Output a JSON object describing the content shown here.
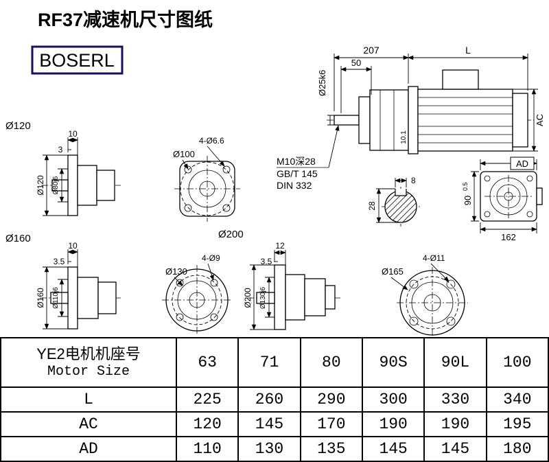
{
  "page": {
    "title": "RF37减速机尺寸图纸",
    "brand": "BOSERL"
  },
  "main_view": {
    "dim_207": "207",
    "dim_L": "L",
    "dim_50": "50",
    "shaft_dia": "Ø25k6",
    "dim_AC": "AC",
    "dim_10_1": "10.1",
    "tap_note": "M10深28",
    "std_note1": "GB/T 145",
    "std_note2": "DIN 332"
  },
  "key_section": {
    "key_width": "8",
    "height": "28"
  },
  "side_view": {
    "dim_AD": "AD",
    "dim_162": "162",
    "dim_90": "90",
    "dim_90_tol": "0.5"
  },
  "view_120": {
    "label": "Ø120",
    "dim_10": "10",
    "dim_3": "3",
    "flange_dia": "Ø120",
    "spigot_dia": "Ø80j6"
  },
  "flange_100": {
    "holes": "4-Ø6.6",
    "dia": "Ø100"
  },
  "view_160": {
    "label": "Ø160",
    "dim_10": "10",
    "dim_3_5": "3.5",
    "flange_dia": "Ø160",
    "spigot_dia": "Ø110j6"
  },
  "flange_130": {
    "holes": "4-Ø9",
    "dia": "Ø130"
  },
  "view_200": {
    "label": "Ø200",
    "dim_12": "12",
    "dim_3_5": "3.5",
    "flange_dia": "Ø200",
    "spigot_dia": "Ø130j6"
  },
  "flange_165": {
    "holes": "4-Ø11",
    "dia": "Ø165"
  },
  "table": {
    "header_cn": "YE2电机机座号",
    "header_en": "Motor Size",
    "sizes": [
      "63",
      "71",
      "80",
      "90S",
      "90L",
      "100"
    ],
    "rows": [
      {
        "label": "L",
        "values": [
          "225",
          "260",
          "290",
          "300",
          "330",
          "340"
        ]
      },
      {
        "label": "AC",
        "values": [
          "120",
          "145",
          "170",
          "190",
          "190",
          "195"
        ]
      },
      {
        "label": "AD",
        "values": [
          "110",
          "130",
          "135",
          "145",
          "145",
          "180"
        ]
      }
    ]
  }
}
